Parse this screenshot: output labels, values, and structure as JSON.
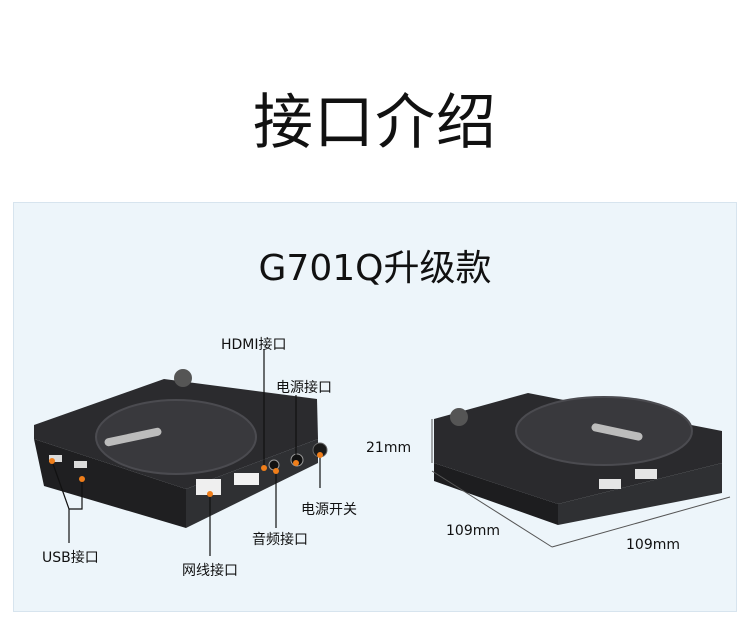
{
  "header": {
    "title": "接口介绍"
  },
  "panel": {
    "subtitle": "G701Q升级款",
    "labels": {
      "hdmi": "HDMI接口",
      "power_port": "电源接口",
      "power_switch": "电源开关",
      "audio": "音频接口",
      "network": "网线接口",
      "usb": "USB接口"
    },
    "dimensions": {
      "height": "21mm",
      "depth": "109mm",
      "width": "109mm"
    }
  },
  "colors": {
    "accent": "#f07e1a",
    "panel_bg": "#edf5fa",
    "device_body": "#2a2a2d"
  }
}
